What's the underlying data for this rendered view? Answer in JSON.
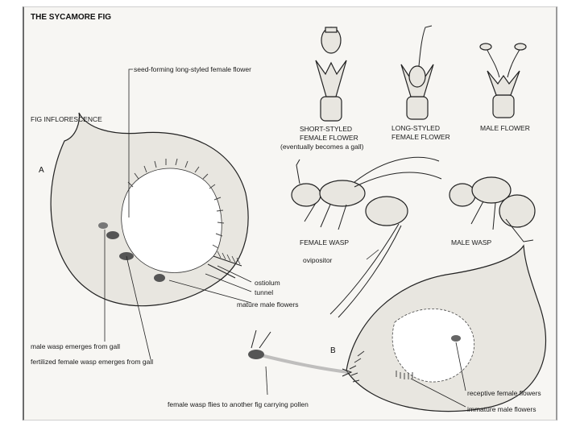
{
  "title": "THE SYCAMORE FIG",
  "fig_inflorescence_label": "FIG INFLORESCENCE",
  "panel_a": "A",
  "panel_b": "B",
  "labels": {
    "seed_forming": "seed-forming long-styled female flower",
    "short_styled_1": "SHORT-STYLED",
    "short_styled_2": "FEMALE FLOWER",
    "short_styled_3": "(eventually becomes a gall)",
    "long_styled_1": "LONG-STYLED",
    "long_styled_2": "FEMALE FLOWER",
    "male_flower": "MALE FLOWER",
    "female_wasp": "FEMALE WASP",
    "male_wasp": "MALE WASP",
    "ovipositor": "ovipositor",
    "ostiolum": "ostiolum",
    "tunnel": "tunnel",
    "mature_male_flowers": "mature male flowers",
    "male_wasp_emerges": "male wasp emerges from gall",
    "fertilized_female": "fertilized female wasp emerges from gall",
    "female_flies": "female wasp flies to another fig carrying pollen",
    "receptive_female": "receptive female flowers",
    "immature_male": "immature male flowers"
  }
}
